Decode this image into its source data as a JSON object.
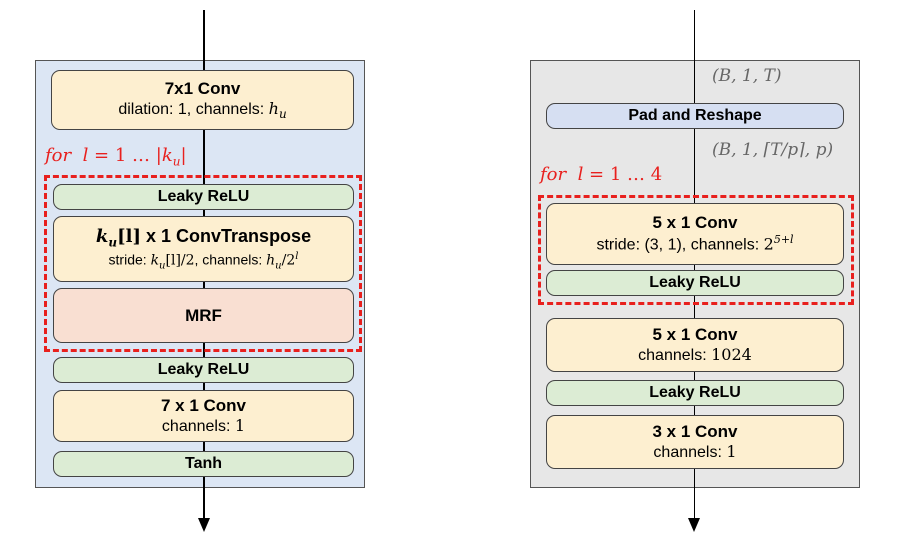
{
  "left": {
    "conv7x1": {
      "title": "7x1 Conv",
      "sub_text": "dilation: 1, channels:",
      "var": "h",
      "var_sub": "u"
    },
    "loop": {
      "prefix": "for",
      "l": "l",
      "eq": " = 1 … |",
      "k": "k",
      "k_sub": "u",
      "close": "|"
    },
    "leaky_relu_1": "Leaky ReLU",
    "convtranspose": {
      "k": "k",
      "k_sub": "u",
      "idx": "[l]",
      "title_rest": " x 1  ConvTranspose",
      "stride_label": "stride:",
      "stride_k": "k",
      "stride_k_sub": "u",
      "stride_idx": "[l]/2",
      "channels_label": ", channels:",
      "ch_var": "h",
      "ch_sub": "u",
      "ch_div": "/2",
      "ch_sup": "l"
    },
    "mrf": "MRF",
    "leaky_relu_2": "Leaky ReLU",
    "conv7x1_b": {
      "title": "7 x 1  Conv",
      "sub_text": "channels:",
      "value": "1"
    },
    "tanh": "Tanh"
  },
  "right": {
    "shape1": "(B, 1, T)",
    "pad_reshape": "Pad and Reshape",
    "shape2": "(B, 1, ⌈T/p⌉, p)",
    "loop": {
      "prefix": "for",
      "l": "l",
      "eq": " = 1  …  4"
    },
    "conv5x1_a": {
      "title": "5 x 1  Conv",
      "sub_text": "stride: (3, 1), channels:",
      "base": "2",
      "sup": "5+l"
    },
    "leaky_relu_1": "Leaky ReLU",
    "conv5x1_b": {
      "title": "5 x 1  Conv",
      "sub_text": "channels:",
      "value": "1024"
    },
    "leaky_relu_2": "Leaky ReLU",
    "conv3x1": {
      "title": "3 x 1  Conv",
      "sub_text": "channels:",
      "value": "1"
    }
  },
  "colors": {
    "left_panel": "#dce6f4",
    "right_panel": "#e7e7e7",
    "conv": "#fdefd0",
    "relu": "#dcecd4",
    "mrf": "#f9dfd2",
    "pad": "#d6dff2",
    "loop_red": "#e8201e"
  }
}
